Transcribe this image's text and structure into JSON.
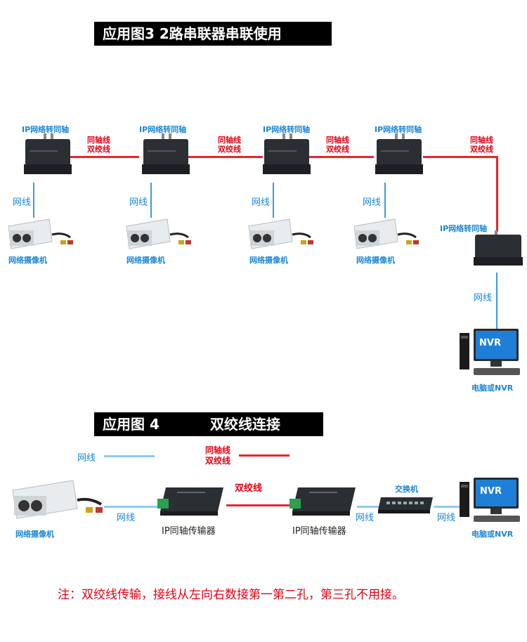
{
  "fig3": {
    "title": "应用图3  2路串联器串联使用",
    "converter_label": "IP网络转同轴",
    "link_label_line1": "同轴线",
    "link_label_line2": "双绞线",
    "network_label": "网线",
    "camera_label": "网络摄像机",
    "nvr_label": "电脑或NVR",
    "nvr_screen": "NVR"
  },
  "fig4": {
    "title_left": "应用图 4",
    "title_right": "双绞线连接",
    "legend_network": "网线",
    "legend_coax_line1": "同轴线",
    "legend_coax_line2": "双绞线",
    "twisted_label": "双绞线",
    "switch_label": "交换机",
    "network_label": "网线",
    "camera_label": "网络摄像机",
    "transmitter_label": "IP同轴传输器",
    "nvr_label": "电脑或NVR",
    "nvr_screen": "NVR"
  },
  "note": "注：双绞线传输，接线从左向右数接第一第二孔，第三孔不用接。",
  "colors": {
    "coax": "#e8262b",
    "network": "#3a9ae0",
    "network_legend": "#8ccaf2"
  },
  "icons": [
    "ip-coax-converter-icon",
    "network-camera-icon",
    "nvr-computer-icon",
    "network-switch-icon",
    "ip-coax-transmitter-icon"
  ]
}
